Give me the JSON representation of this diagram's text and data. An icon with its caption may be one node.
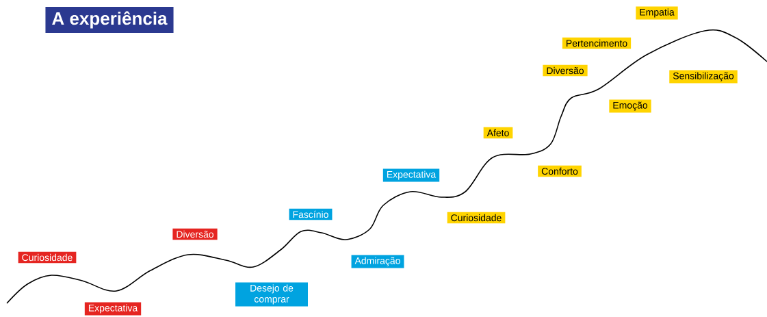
{
  "diagram": {
    "title": "A experiência",
    "nodes": [
      {
        "text": [
          "Curiosidade"
        ]
      },
      {
        "text": [
          "Expectativa"
        ]
      },
      {
        "text": [
          "Diversão"
        ]
      },
      {
        "text": [
          "Desejo de comprar"
        ]
      },
      {
        "text": [
          "Fascínio"
        ]
      },
      {
        "text": [
          "Admiração"
        ]
      },
      {
        "text": [
          "Expectativa"
        ]
      },
      {
        "text": [
          "Curiosidade"
        ]
      },
      {
        "text": [
          "Afeto"
        ]
      },
      {
        "text": [
          "Conforto"
        ]
      },
      {
        "text": [
          "Diversão"
        ]
      },
      {
        "text": [
          "Emoção"
        ]
      },
      {
        "text": [
          "Pertencimento"
        ]
      },
      {
        "text": [
          "Empatia"
        ]
      },
      {
        "text": [
          "Sensibilização"
        ]
      }
    ]
  }
}
